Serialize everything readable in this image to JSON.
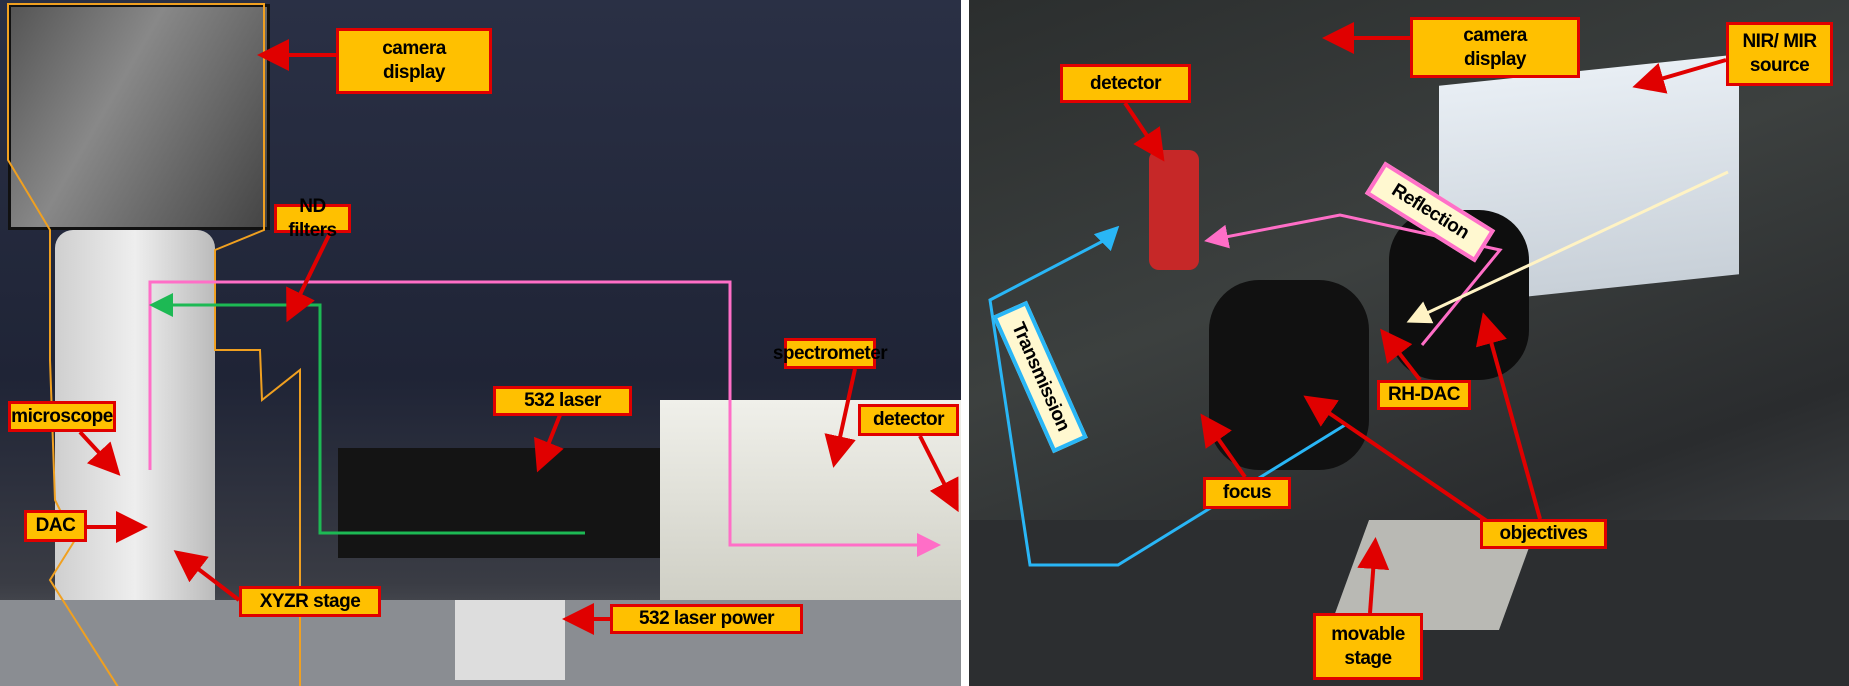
{
  "left_panel": {
    "labels": {
      "camera_display": "camera\ndisplay",
      "nd_filters": "ND filters",
      "spectrometer": "spectrometer",
      "laser_532": "532 laser",
      "detector": "detector",
      "microscope": "microscope",
      "dac": "DAC",
      "xyzr_stage": "XYZR stage",
      "laser_power_532": "532 laser power"
    }
  },
  "right_panel": {
    "labels": {
      "camera_display": "camera\ndisplay",
      "nir_mir_source": "NIR/ MIR\nsource",
      "detector": "detector",
      "reflection": "Reflection",
      "transmission": "Transmission",
      "rh_dac": "RH-DAC",
      "focus": "focus",
      "objectives": "objectives",
      "movable_stage": "movable\nstage"
    }
  },
  "colors": {
    "label_fill": "#ffc000",
    "label_border": "#e00000",
    "arrow": "#e00000",
    "beam_pink": "#ff6ec7",
    "beam_green": "#1db954",
    "beam_blue": "#29b6f6",
    "beam_cream": "#fff3c4",
    "outline_orange": "#f0a020"
  }
}
